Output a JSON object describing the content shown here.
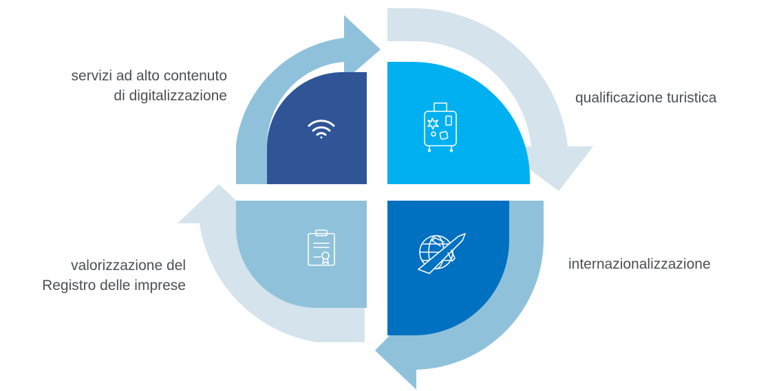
{
  "labels": {
    "top_left": [
      "servizi ad alto contenuto",
      "di digitalizzazione"
    ],
    "top_right": [
      "qualificazione turistica"
    ],
    "bottom_right": [
      "internazionalizzazione"
    ],
    "bottom_left": [
      "valorizzazione del",
      "Registro delle imprese"
    ]
  },
  "icons": {
    "top_left": "wifi-icon",
    "top_right": "suitcase-icon",
    "bottom_right": "globe-airplane-icon",
    "bottom_left": "certificate-clipboard-icon"
  },
  "colors": {
    "top_left_quadrant": "#2f5597",
    "top_right_quadrant": "#00b0f0",
    "bottom_right_quadrant": "#0070c0",
    "bottom_left_quadrant": "#8fc2da",
    "arrow_mid_blue": "#8fc2da",
    "arrow_light_blue": "#d5e3ec",
    "text": "#4a4f55"
  }
}
